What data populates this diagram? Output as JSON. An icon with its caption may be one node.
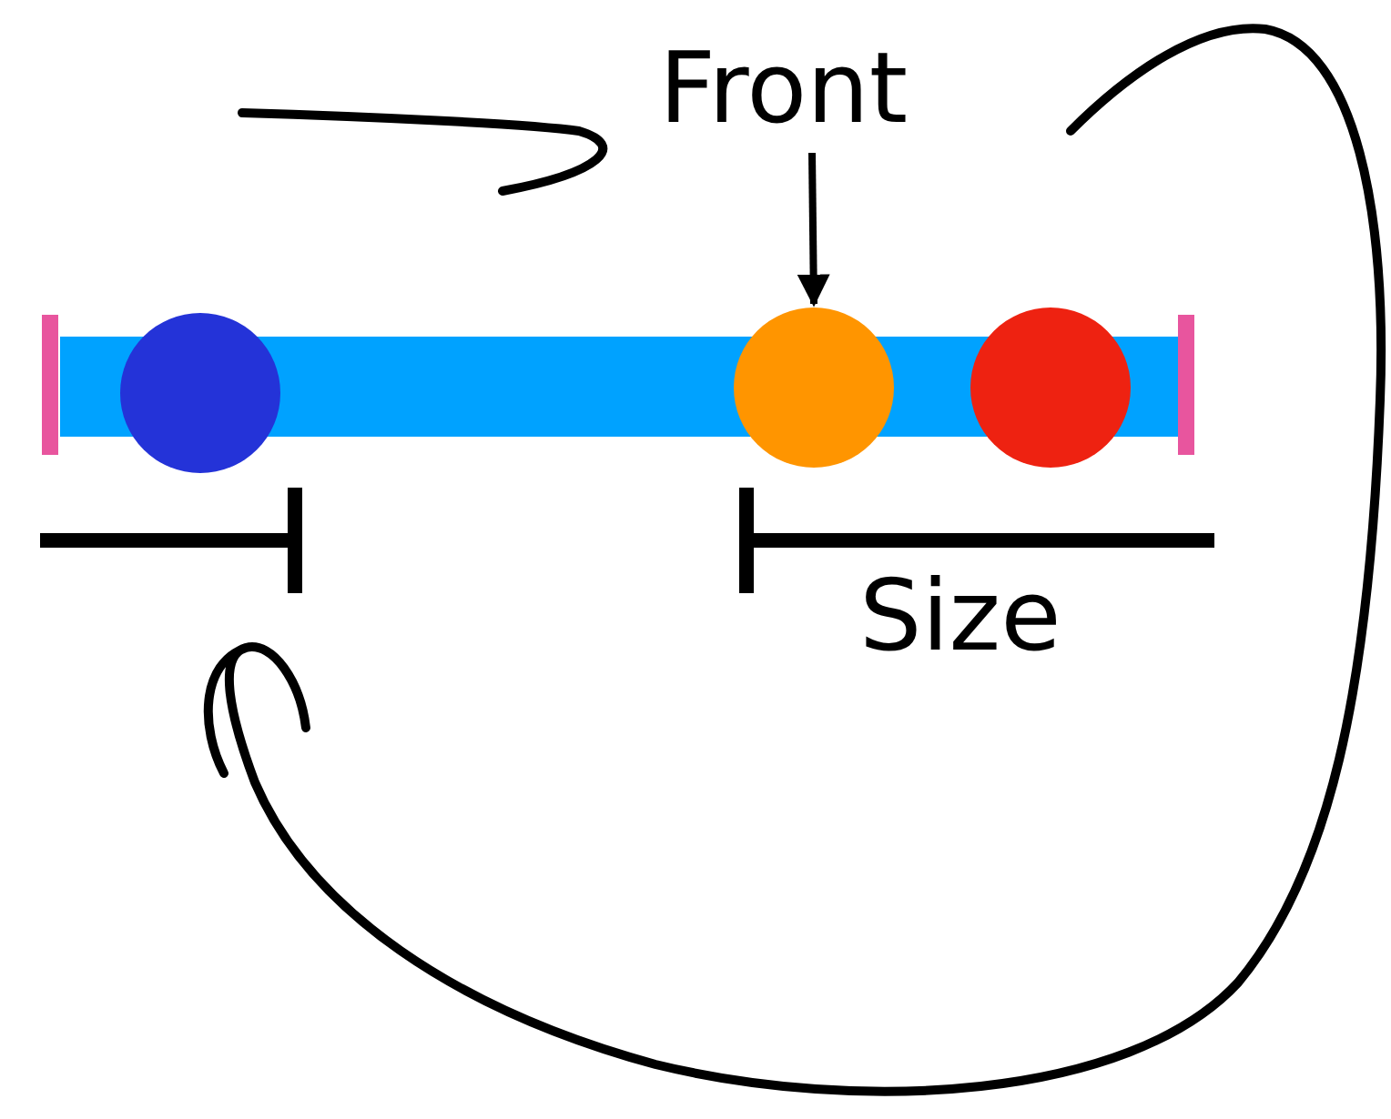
{
  "diagram": {
    "nodes": [
      {
        "text": [
          "Front"
        ]
      },
      {
        "text": [],
        "shape": "circle"
      },
      {
        "text": [],
        "shape": "circle"
      },
      {
        "text": [],
        "shape": "circle"
      }
    ],
    "edges": [
      {
        "from": 0,
        "to": 2,
        "arrow": "to"
      }
    ],
    "labels": [
      "Size"
    ]
  }
}
